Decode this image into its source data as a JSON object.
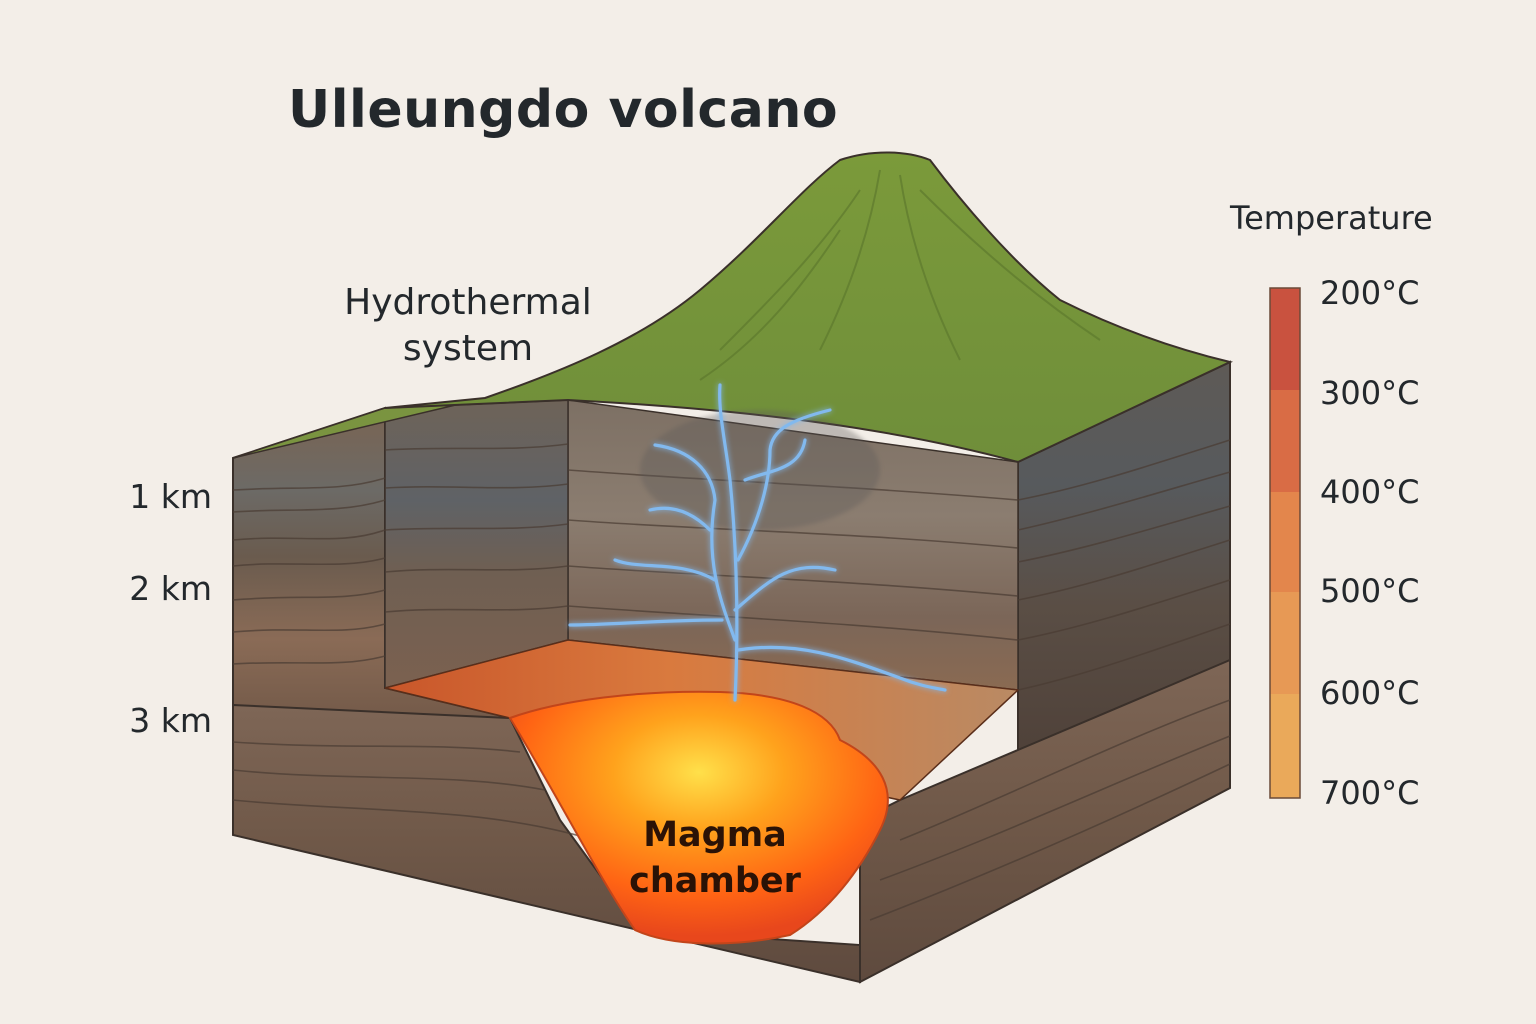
{
  "title": "Ulleungdo volcano",
  "labels": {
    "hydrothermal_system": "Hydrothermal system",
    "magma_chamber": "Magma chamber"
  },
  "depth_scale": [
    "1 km",
    "2 km",
    "3 km"
  ],
  "temperature_legend": {
    "title": "Temperature",
    "stops": [
      {
        "label": "200°C",
        "color": "#c9523f"
      },
      {
        "label": "300°C",
        "color": "#d96c45"
      },
      {
        "label": "400°C",
        "color": "#e3864c"
      },
      {
        "label": "500°C",
        "color": "#e79955"
      },
      {
        "label": "600°C",
        "color": "#eaa95a"
      },
      {
        "label": "700°C",
        "color": "#efc060"
      }
    ]
  },
  "colors": {
    "background": "#f3eee8",
    "vegetation": "#7c9a3e",
    "rock_layers": "#7e6a58",
    "hydrothermal_veins": "#7fb6ea",
    "magma": "#ff6a10",
    "magma_core": "#ffd23a"
  }
}
